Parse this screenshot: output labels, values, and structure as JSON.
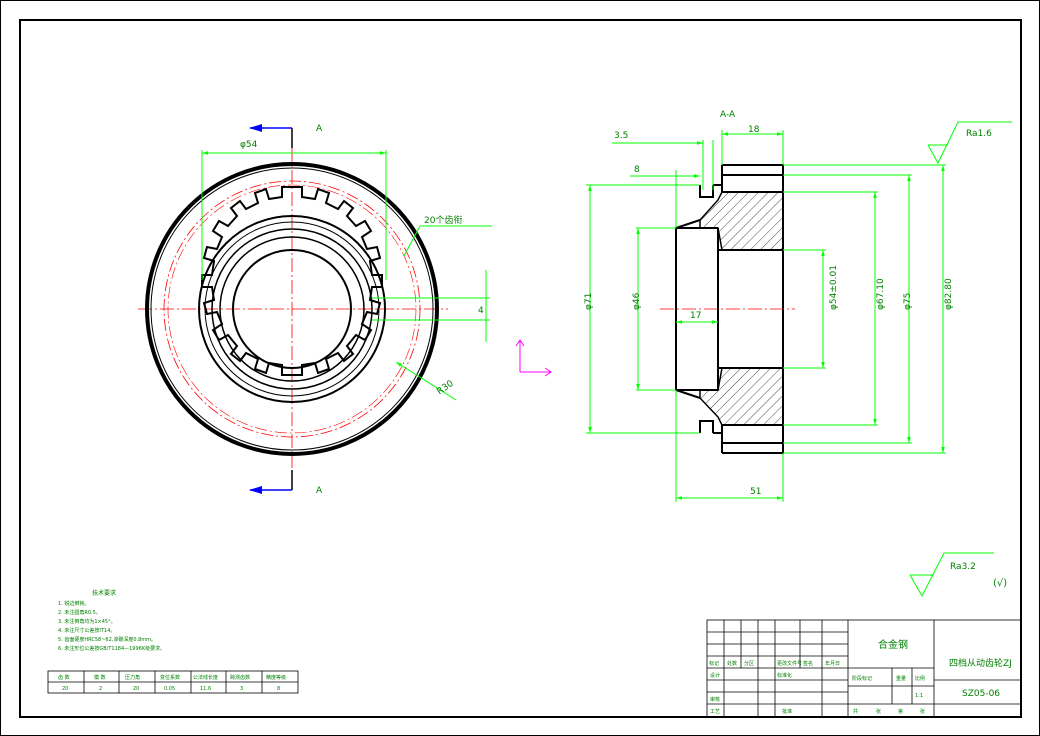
{
  "views": {
    "section_label": "A",
    "section_title": "A-A"
  },
  "dims": {
    "front": {
      "d54": "φ54",
      "teeth": "20个齿衔",
      "width4": "4",
      "r30": "R30"
    },
    "side": {
      "d35": "3.5",
      "w18": "18",
      "w8": "8",
      "d71": "φ71",
      "d46": "φ46",
      "w17": "17",
      "d54tol": "φ54±0.01",
      "d67": "φ67.10",
      "d75": "φ75",
      "d82": "φ82.80",
      "w51": "51"
    }
  },
  "roughness": {
    "top": "Ra1.6",
    "bottom": "Ra3.2",
    "bottom_paren": "(√)"
  },
  "notes": {
    "title": "技术要求",
    "items": [
      "1.   锐边倒钝。",
      "2.   未注圆角R0.5。",
      "3.   未注倒角均为1×45°。",
      "4.   未注尺寸公差按IT14。",
      "5.   齿面硬度HRC58~62,渗碳深度0.8mm。",
      "6.   未注形位公差按GB/T1184—1996K级要求。"
    ]
  },
  "param_table": {
    "headers": [
      "齿 数",
      "模 数",
      "压力角",
      "变位系数",
      "公法线长度",
      "跨测齿数",
      "精度等级"
    ],
    "values": [
      "20",
      "2",
      "20",
      "0.05",
      "11.6",
      "3",
      "8"
    ]
  },
  "title_block": {
    "material": "合金钢",
    "part_name": "四档从动齿轮ZJ",
    "drawing_no": "SZ05-06",
    "stage_label": "阶段标记",
    "weight_label": "重量",
    "scale_label": "比例",
    "scale_value": "1:1",
    "sheet_labels": [
      "共",
      "张",
      "第",
      "张"
    ],
    "row_labels": [
      "标记",
      "处数",
      "分区",
      "更改文件号",
      "签名",
      "年月日"
    ],
    "design": "设计",
    "standardize": "标准化",
    "review": "审核",
    "process": "工艺",
    "approve": "批准"
  }
}
